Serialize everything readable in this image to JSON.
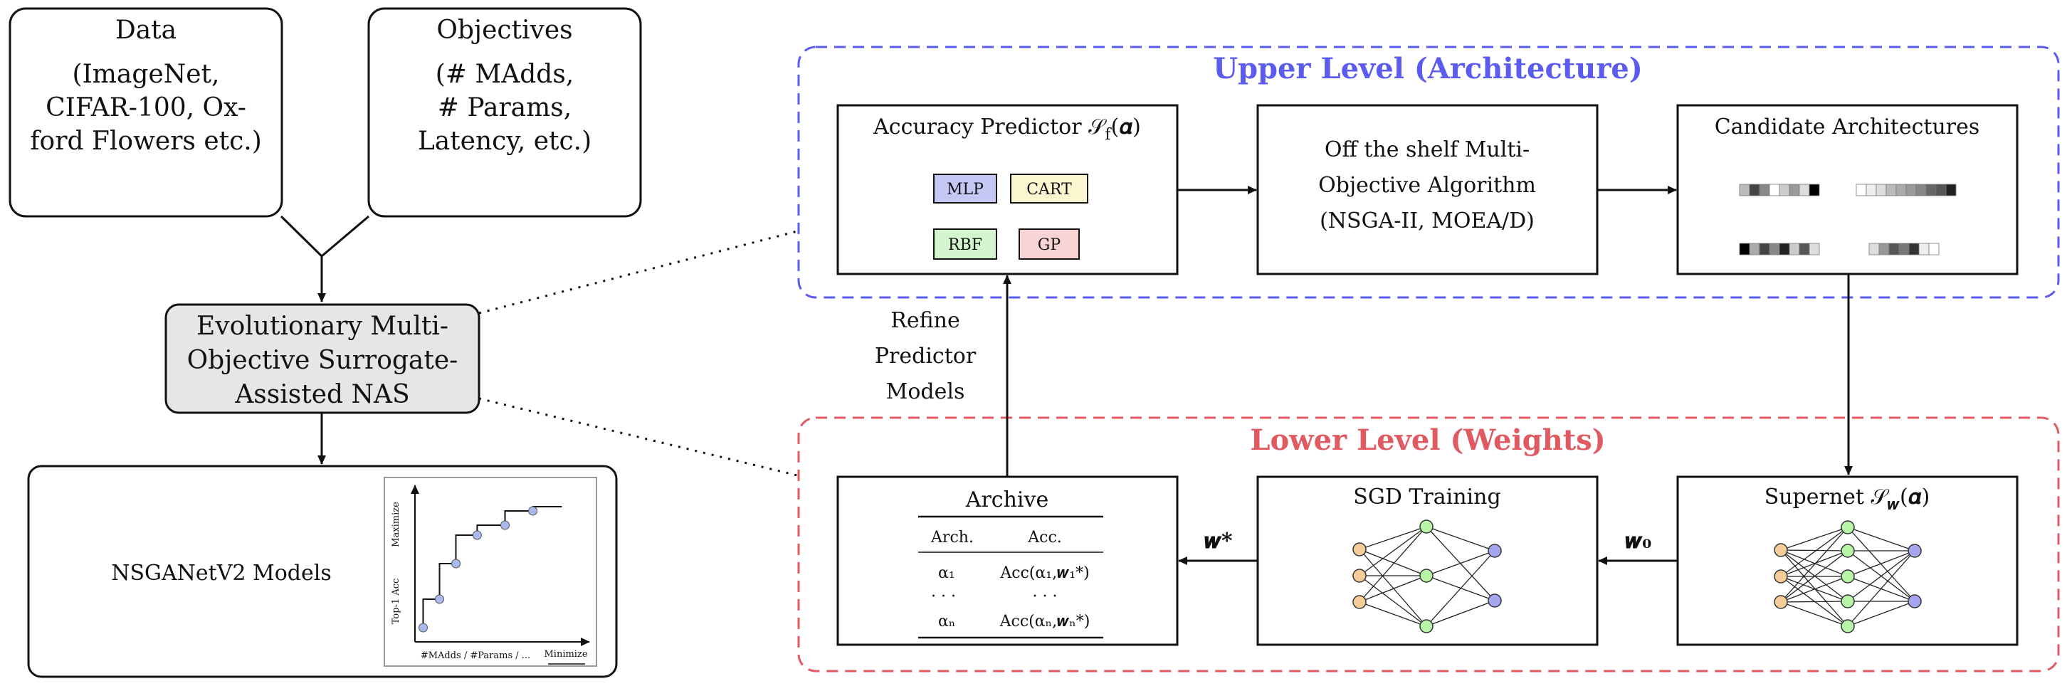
{
  "data_box": {
    "title": "Data",
    "lines": [
      "(ImageNet,",
      "CIFAR-100, Ox-",
      "ford Flowers etc.)"
    ]
  },
  "objectives_box": {
    "title": "Objectives",
    "lines": [
      "(# MAdds,",
      "# Params,",
      "Latency, etc.)"
    ]
  },
  "nas_box": {
    "lines": [
      "Evolutionary Multi-",
      "Objective Surrogate-",
      "Assisted NAS"
    ]
  },
  "models_box": {
    "label": "NSGANetV2 Models",
    "plot_ylabel": "Top-1 Acc",
    "plot_ymax_label": "Maximize",
    "plot_xlabel": "#MAdds / #Params / ...",
    "plot_xmin_label": "Minimize",
    "front_points": [
      [
        0.05,
        0.1
      ],
      [
        0.15,
        0.3
      ],
      [
        0.25,
        0.55
      ],
      [
        0.38,
        0.75
      ],
      [
        0.55,
        0.82
      ],
      [
        0.72,
        0.92
      ],
      [
        0.88,
        0.95
      ]
    ]
  },
  "upper_level": {
    "title": "Upper Level (Architecture)",
    "color": "#5b5bf0"
  },
  "lower_level": {
    "title": "Lower Level (Weights)",
    "color": "#e05a62"
  },
  "accuracy_predictor": {
    "title": "Accuracy Predictor 𝒮",
    "title_sub": "f",
    "title_arg": "(𝜶)",
    "models": [
      {
        "label": "MLP",
        "fill": "#c5c8f5"
      },
      {
        "label": "CART",
        "fill": "#fbf6cf"
      },
      {
        "label": "RBF",
        "fill": "#d2f5cd"
      },
      {
        "label": "GP",
        "fill": "#f7d3d3"
      }
    ]
  },
  "moo_box": {
    "lines": [
      "Off the shelf Multi-",
      "Objective Algorithm",
      "(NSGA-II, MOEA/D)"
    ]
  },
  "candidates_box": {
    "title": "Candidate Architectures",
    "encodings": [
      [
        "#bbbbbb",
        "#444444",
        "#888888",
        "#ffffff",
        "#cccccc",
        "#999999",
        "#dddddd",
        "#000000"
      ],
      [
        "#ffffff",
        "#eeeeee",
        "#dddddd",
        "#bbbbbb",
        "#aaaaaa",
        "#999999",
        "#888888",
        "#666666",
        "#555555",
        "#222222"
      ],
      [
        "#000000",
        "#aaaaaa",
        "#444444",
        "#888888",
        "#222222",
        "#cccccc",
        "#555555",
        "#dddddd"
      ],
      [
        "#dddddd",
        "#999999",
        "#555555",
        "#777777",
        "#333333",
        "#eeeeee",
        "#ffffff"
      ]
    ]
  },
  "refine_label": {
    "lines": [
      "Refine",
      "Predictor",
      "Models"
    ]
  },
  "archive_box": {
    "title": "Archive",
    "headers": [
      "Arch.",
      "Acc."
    ],
    "rows": [
      {
        "arch": "α₁",
        "acc": "Acc(α₁,𝒘₁*)"
      },
      {
        "arch": "· · ·",
        "acc": "· · ·"
      },
      {
        "arch": "αₙ",
        "acc": "Acc(αₙ,𝒘ₙ*)"
      }
    ]
  },
  "sgd_box": {
    "title": "SGD Training"
  },
  "supernet_box": {
    "title": "Supernet 𝒮",
    "title_sub": "𝒘",
    "title_arg": "(𝜶)"
  },
  "edge_labels": {
    "w_star": "𝒘*",
    "w_zero": "𝒘₀"
  },
  "node_colors": {
    "input": "#f6cc99",
    "hidden": "#b8f5a6",
    "output": "#a6a6f0"
  }
}
